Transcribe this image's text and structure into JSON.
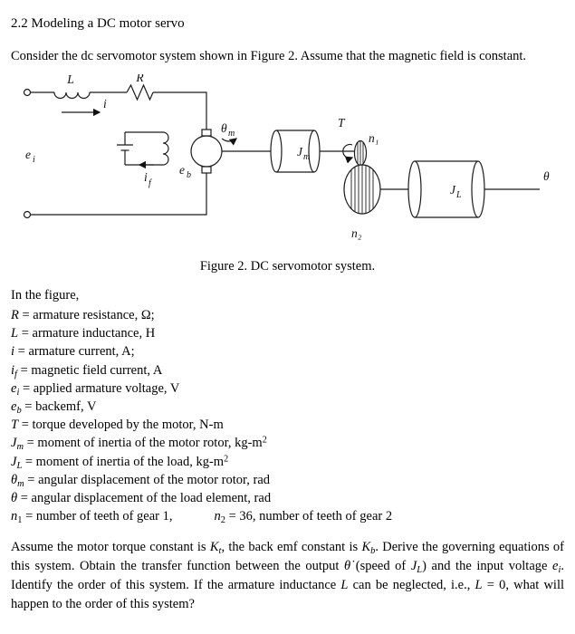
{
  "page": {
    "section_title": "2.2 Modeling a DC motor servo",
    "intro": "Consider the dc servomotor system shown in Figure 2. Assume that the magnetic field is constant.",
    "figure_caption": "Figure 2. DC servomotor system.",
    "legend_intro": "In the figure,",
    "legend": [
      "<i>R</i> = armature resistance, Ω;",
      "<i>L</i> = armature inductance, H",
      "<i>i</i> = armature current, A;",
      "<i>i</i><sub><i>f</i></sub> = magnetic field current, A",
      "<i>e</i><sub><i>i</i></sub> = applied armature voltage, V",
      "<i>e</i><sub><i>b</i></sub> = backemf, V",
      "<i>T</i> = torque developed by the motor, N-m",
      "<i>J</i><sub><i>m</i></sub> = moment of inertia of the motor rotor, kg-m<sup>2</sup>",
      "<i>J</i><sub><i>L</i></sub> = moment of inertia of the load, kg-m<sup>2</sup>",
      "<i>θ</i><sub><i>m</i></sub> = angular displacement of the motor rotor, rad",
      "<i>θ</i> = angular displacement of the load element, rad",
      "<i>n</i><sub>1</sub> = number of teeth of gear 1,<span class=\"gap\"></span><i>n</i><sub>2</sub> = 36, number of teeth of gear 2"
    ],
    "closing": "Assume the motor torque constant is <i>K</i><sub><i>t</i></sub>, the back emf constant is <i>K</i><sub><i>b</i></sub>. Derive the governing equations of this system. Obtain the transfer function between the output <i>θ̇</i> (speed of <i>J</i><sub><i>L</i></sub>) and the input voltage <i>e</i><sub><i>i</i></sub>. Identify the order of this system. If the armature inductance <i>L</i> can be neglected, i.e., <i>L</i> = 0, what will happen to the order of this system?"
  },
  "diagram": {
    "labels": {
      "L": "L",
      "R": "R",
      "i": "i",
      "ei_main": "e",
      "ei_sub": "i",
      "if_main": "i",
      "if_sub": "f",
      "eb_main": "e",
      "eb_sub": "b",
      "thetam_main": "θ",
      "thetam_sub": "m",
      "T": "T",
      "Jm_main": "J",
      "Jm_sub": "m",
      "n1": "n₁",
      "n2": "n₂",
      "JL_main": "J",
      "JL_sub": "L",
      "theta": "θ"
    }
  }
}
